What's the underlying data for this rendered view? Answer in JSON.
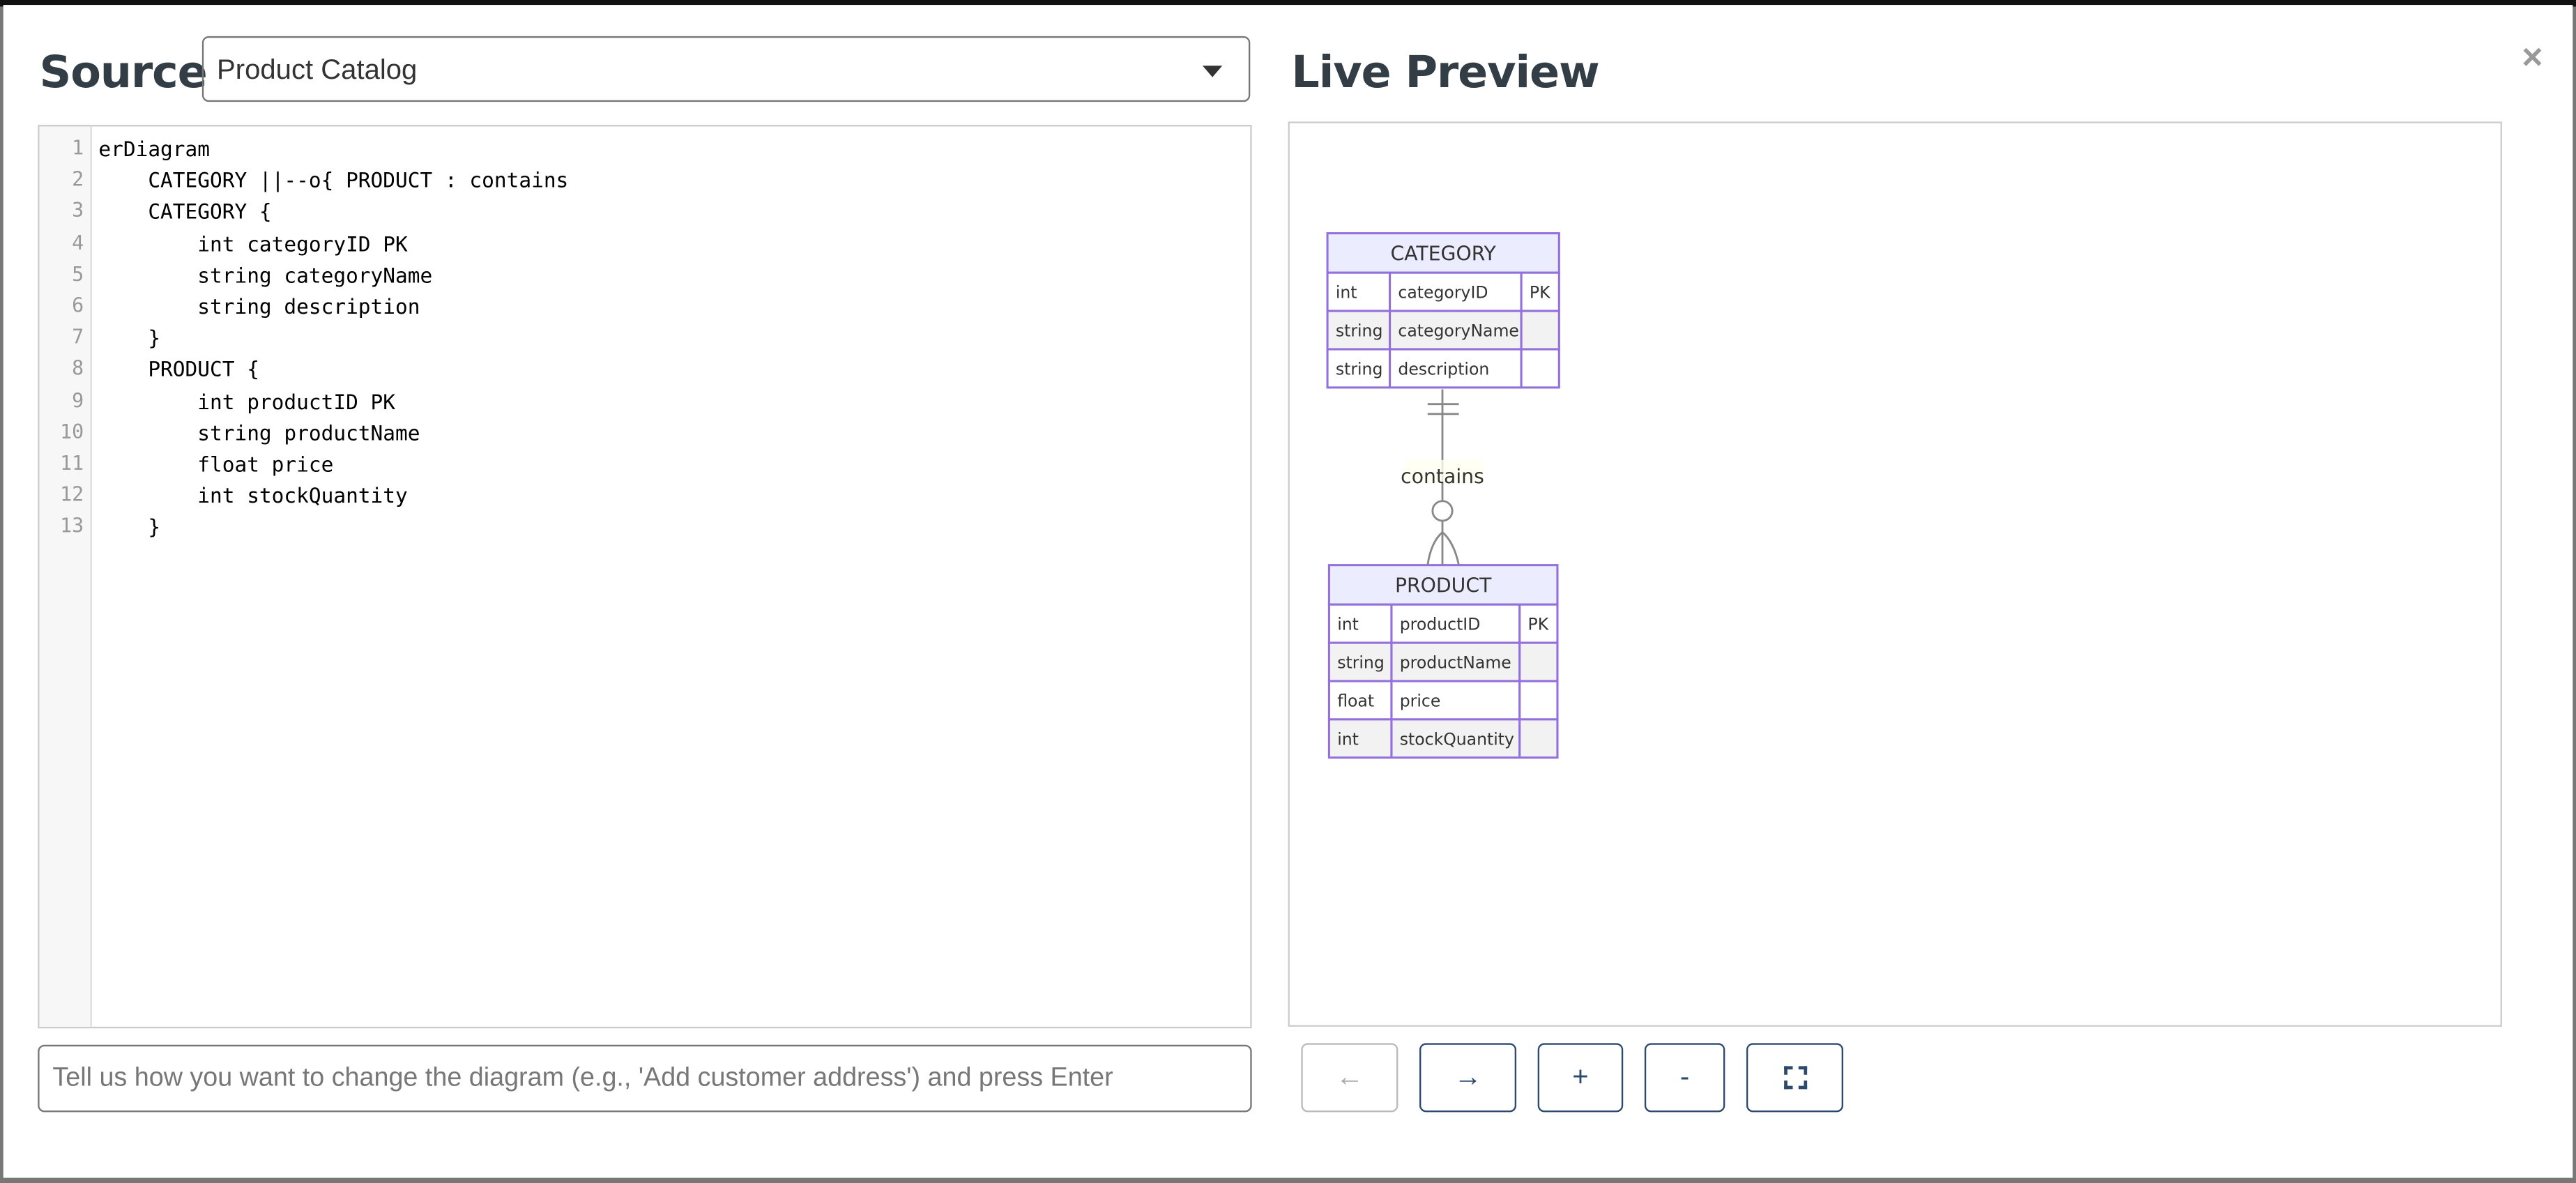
{
  "source": {
    "title": "Source",
    "selected": "Product Catalog"
  },
  "editor": {
    "lines": [
      "erDiagram",
      "    CATEGORY ||--o{ PRODUCT : contains",
      "    CATEGORY {",
      "        int categoryID PK",
      "        string categoryName",
      "        string description",
      "    }",
      "    PRODUCT {",
      "        int productID PK",
      "        string productName",
      "        float price",
      "        int stockQuantity",
      "    }"
    ]
  },
  "preview": {
    "title": "Live Preview",
    "close": "×"
  },
  "diagram": {
    "entities": [
      {
        "name": "CATEGORY",
        "attributes": [
          [
            "int",
            "categoryID",
            "PK"
          ],
          [
            "string",
            "categoryName",
            ""
          ],
          [
            "string",
            "description",
            ""
          ]
        ]
      },
      {
        "name": "PRODUCT",
        "attributes": [
          [
            "int",
            "productID",
            "PK"
          ],
          [
            "string",
            "productName",
            ""
          ],
          [
            "float",
            "price",
            ""
          ],
          [
            "int",
            "stockQuantity",
            ""
          ]
        ]
      }
    ],
    "relationship": {
      "from": "CATEGORY",
      "to": "PRODUCT",
      "label": "contains",
      "cardinality": "||--o{"
    },
    "colors": {
      "border": "#9370db",
      "header": "#ececff",
      "alt_row": "#f2f2f2",
      "line": "#888888"
    }
  },
  "prompt": {
    "placeholder": "Tell us how you want to change the diagram (e.g., 'Add customer address') and press Enter"
  },
  "controls": {
    "back": "←",
    "forward": "→",
    "zoom_in": "+",
    "zoom_out": "-",
    "fit": "⛶"
  }
}
